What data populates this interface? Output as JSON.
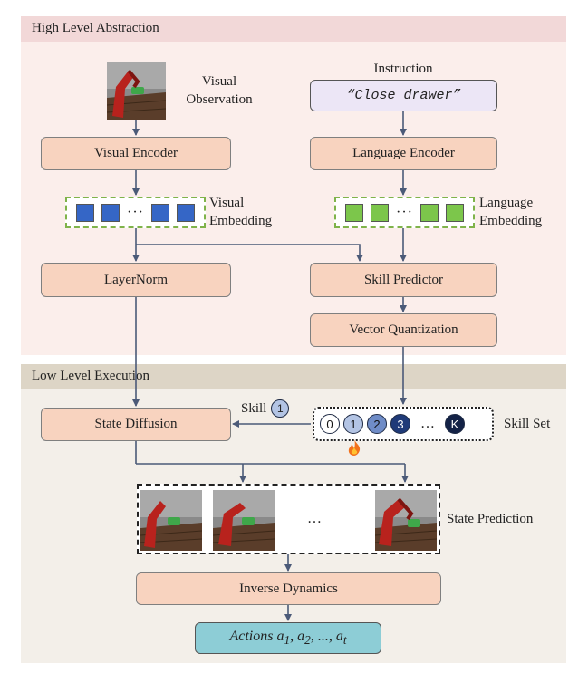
{
  "high_level": {
    "title": "High Level Abstraction",
    "visual_observation": [
      "Visual",
      "Observation"
    ],
    "instruction_label": "Instruction",
    "instruction_text": "“Close drawer”",
    "visual_encoder": "Visual Encoder",
    "language_encoder": "Language Encoder",
    "visual_embedding": [
      "Visual",
      "Embedding"
    ],
    "language_embedding": [
      "Language",
      "Embedding"
    ],
    "embedding_ellipsis": "···",
    "layernorm": "LayerNorm",
    "skill_predictor": "Skill Predictor",
    "vector_quantization": "Vector Quantization"
  },
  "low_level": {
    "title": "Low Level Execution",
    "state_diffusion": "State Diffusion",
    "skill_label": "Skill",
    "selected_skill": "1",
    "skill_set_label": "Skill Set",
    "skills": [
      "0",
      "1",
      "2",
      "3",
      "K"
    ],
    "skills_ellipsis": "…",
    "state_prediction_label": "State Prediction",
    "prediction_ellipsis": "…",
    "inverse_dynamics": "Inverse Dynamics",
    "actions": {
      "word": "Actions",
      "vars": [
        [
          "a",
          "1"
        ],
        [
          "a",
          "2"
        ],
        [
          "...",
          ""
        ],
        [
          "a",
          "t"
        ]
      ]
    },
    "fire_icon": "fire-icon"
  },
  "colors": {
    "high_bg": "#fbeeeb",
    "high_head": "#f2d8d8",
    "low_bg": "#f3efe9",
    "low_head": "#ddd5c6",
    "module": "#f8d3bf",
    "instruction_box": "#ece6f6",
    "actions_box": "#8dcdd6",
    "visual_token": "#3566c6",
    "language_token": "#7cc64b",
    "arrow": "#4b5a78",
    "skill_light": "#b3c4e4",
    "skill_mid": "#6f8cc7",
    "skill_dark": "#1f3a78",
    "skill_k": "#132246"
  }
}
